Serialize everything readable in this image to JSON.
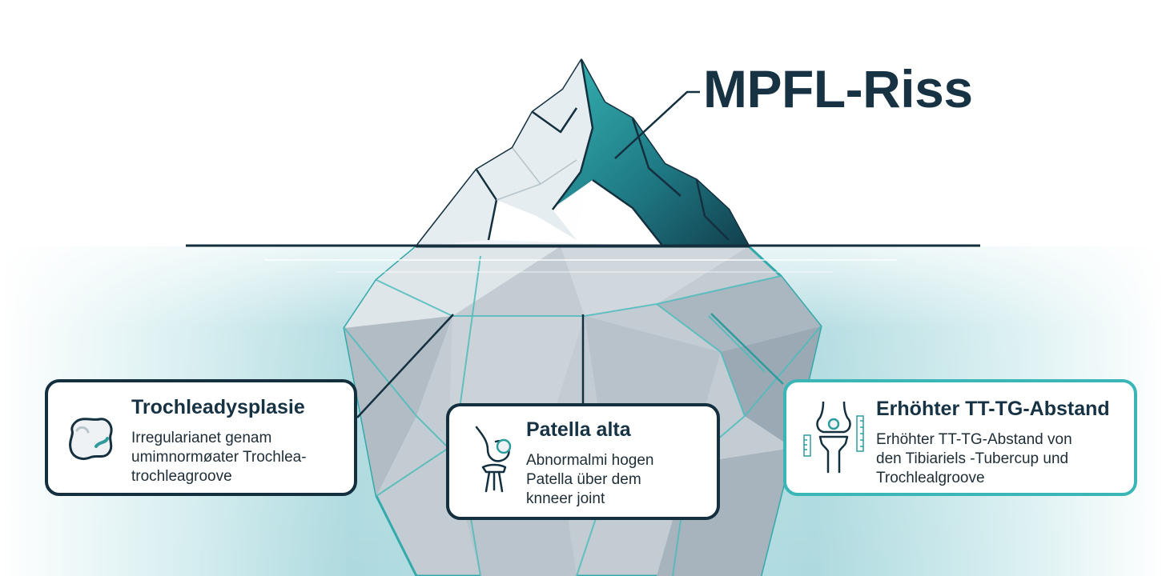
{
  "title": "MPFL-Riss",
  "colors": {
    "teal": "#2e9c9d",
    "dark_teal": "#174f5f",
    "navy": "#14303f",
    "ice_light": "#e9f0f2",
    "ice_mid": "#c2ccd3",
    "water": "#bfe4e8"
  },
  "cards": [
    {
      "icon": "trochlea-bone-icon",
      "title": "Trochleadysplasie",
      "lines": [
        "Irregularianet genam",
        "umimnormøater Trochlea-",
        "trochleagroove"
      ]
    },
    {
      "icon": "knee-joint-icon",
      "title": "Patella alta",
      "lines": [
        "Abnormalmi hogen",
        "Patella über dem",
        "knneer joint"
      ]
    },
    {
      "icon": "knee-measure-icon",
      "title": "Erhöhter TT-TG-Abstand",
      "lines": [
        "Erhöhter TT-TG-Abstand von",
        "den Tibiariels -Tubercup und",
        "Trochlealgroove"
      ]
    }
  ]
}
